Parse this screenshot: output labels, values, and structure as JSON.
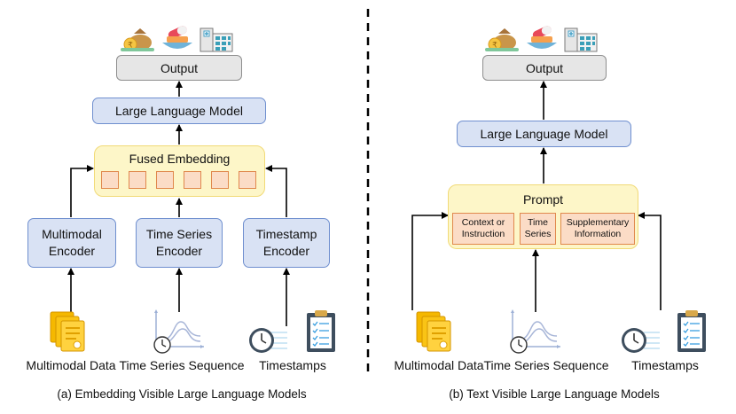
{
  "panels": {
    "a": {
      "output": "Output",
      "llm": "Large Language Model",
      "fused": "Fused Embedding",
      "enc_multimodal": [
        "Multimodal",
        "Encoder"
      ],
      "enc_timeseries": [
        "Time Series",
        "Encoder"
      ],
      "enc_timestamp": [
        "Timestamp",
        "Encoder"
      ],
      "in_multimodal": "Multimodal Data",
      "in_timeseries": "Time Series Sequence",
      "in_timestamps": "Timestamps",
      "caption": "(a) Embedding Visible Large Language Models"
    },
    "b": {
      "output": "Output",
      "llm": "Large Language Model",
      "prompt": "Prompt",
      "p_context": [
        "Context or",
        "Instruction"
      ],
      "p_timeseries": [
        "Time",
        "Series"
      ],
      "p_supp": [
        "Supplementary",
        "Information"
      ],
      "in_multimodal": "Multimodal Data",
      "in_timeseries": "Time Series Sequence",
      "in_timestamps": "Timestamps",
      "caption": "(b) Text Visible Large Language Models"
    }
  },
  "icons": [
    "money-bag-icon",
    "medicine-icon",
    "hospital-icon",
    "document-stack-icon",
    "time-series-chart-icon",
    "clock-icon",
    "checklist-clipboard-icon"
  ],
  "colors": {
    "gray_fill": "#e6e6e6",
    "blue_fill": "#d9e2f4",
    "blue_border": "#6f8fcf",
    "yellow_fill": "#fdf6c8",
    "orange_fill": "#fbdcc6",
    "orange_border": "#e0884c"
  }
}
